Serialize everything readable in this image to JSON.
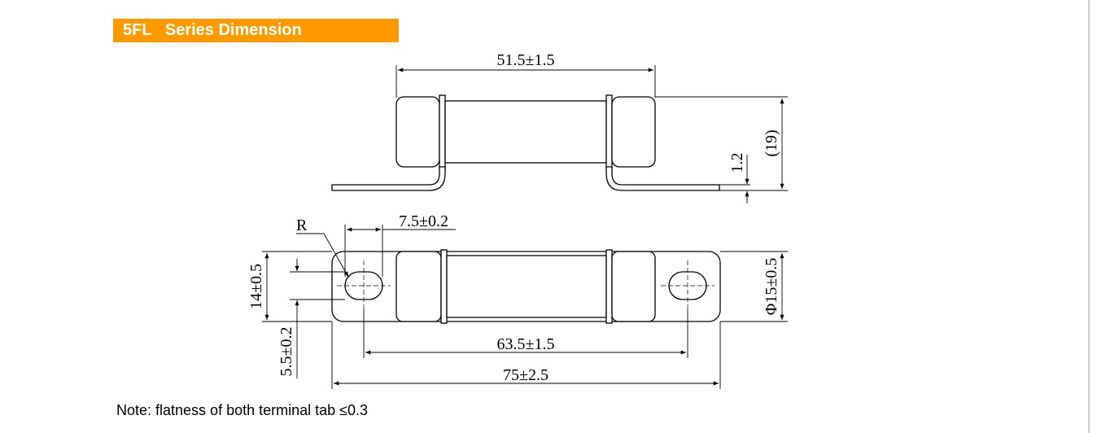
{
  "header": {
    "title": "5FL   Series Dimension",
    "bg_color": "#FF9900",
    "text_color": "#FFFFFF"
  },
  "dimensions": {
    "top_length": "51.5±1.5",
    "height": "(19)",
    "tab_thickness": "1.2",
    "radius": "R",
    "hole_offset": "7.5±0.2",
    "hole_width": "14±0.5",
    "hole_edge": "5.5±0.2",
    "diameter": "Φ15±0.5",
    "inner_length": "63.5±1.5",
    "total_length": "75±2.5"
  },
  "note": "Note: flatness of both terminal tab ≤0.3"
}
